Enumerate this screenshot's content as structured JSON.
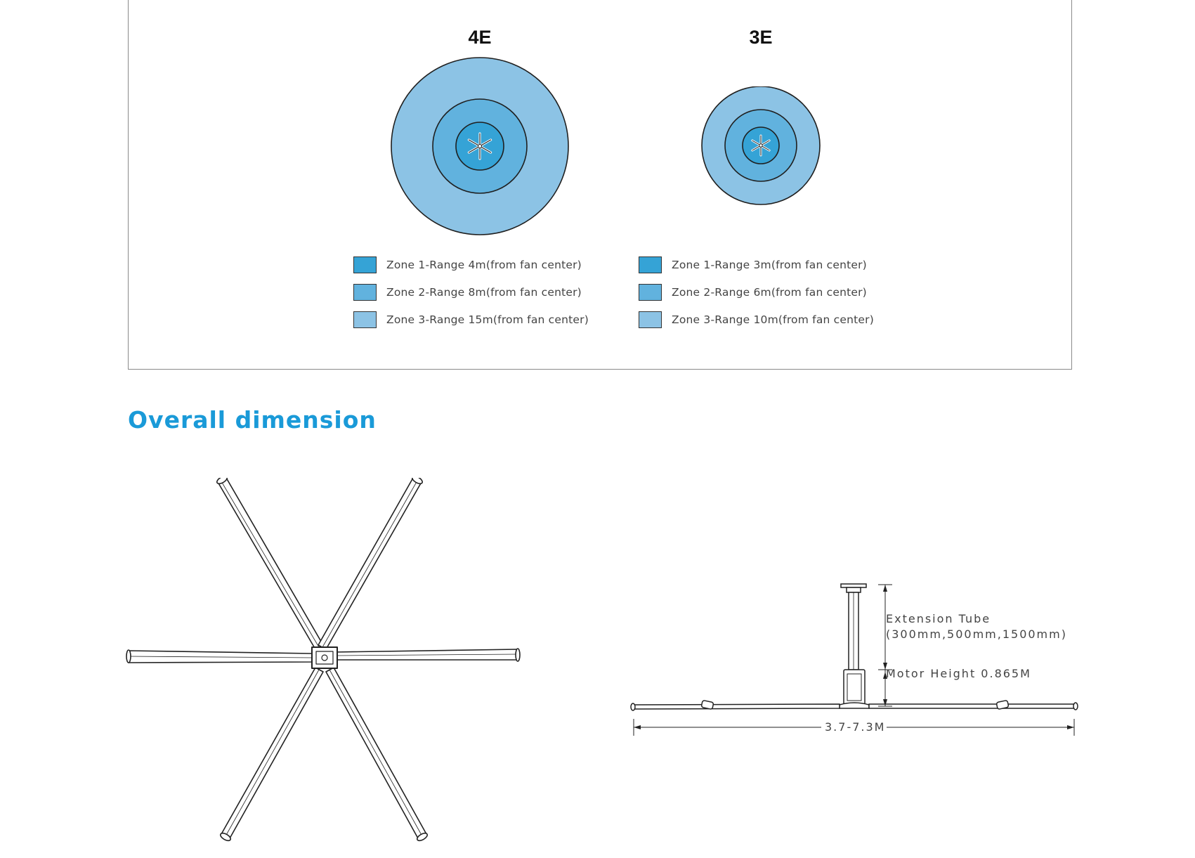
{
  "coverage": {
    "colors": {
      "zone1": "#35a3d6",
      "zone2": "#61b2de",
      "zone3": "#8cc3e5",
      "outline": "#1f1f1f"
    },
    "models": [
      {
        "name": "4E",
        "zones": [
          {
            "label": "Zone 1-Range 4m(from fan center)",
            "range_m": 4
          },
          {
            "label": "Zone 2-Range 8m(from fan center)",
            "range_m": 8
          },
          {
            "label": "Zone 3-Range 15m(from fan center)",
            "range_m": 15
          }
        ]
      },
      {
        "name": "3E",
        "zones": [
          {
            "label": "Zone 1-Range 3m(from fan center)",
            "range_m": 3
          },
          {
            "label": "Zone 2-Range 6m(from fan center)",
            "range_m": 6
          },
          {
            "label": "Zone 3-Range 10m(from fan center)",
            "range_m": 10
          }
        ]
      }
    ]
  },
  "dimension": {
    "heading": "Overall dimension",
    "extension_tube_label": "Extension Tube",
    "extension_tube_options": "(300mm,500mm,1500mm)",
    "motor_height_label": "Motor Height 0.865M",
    "span_label": "3.7-7.3M"
  }
}
